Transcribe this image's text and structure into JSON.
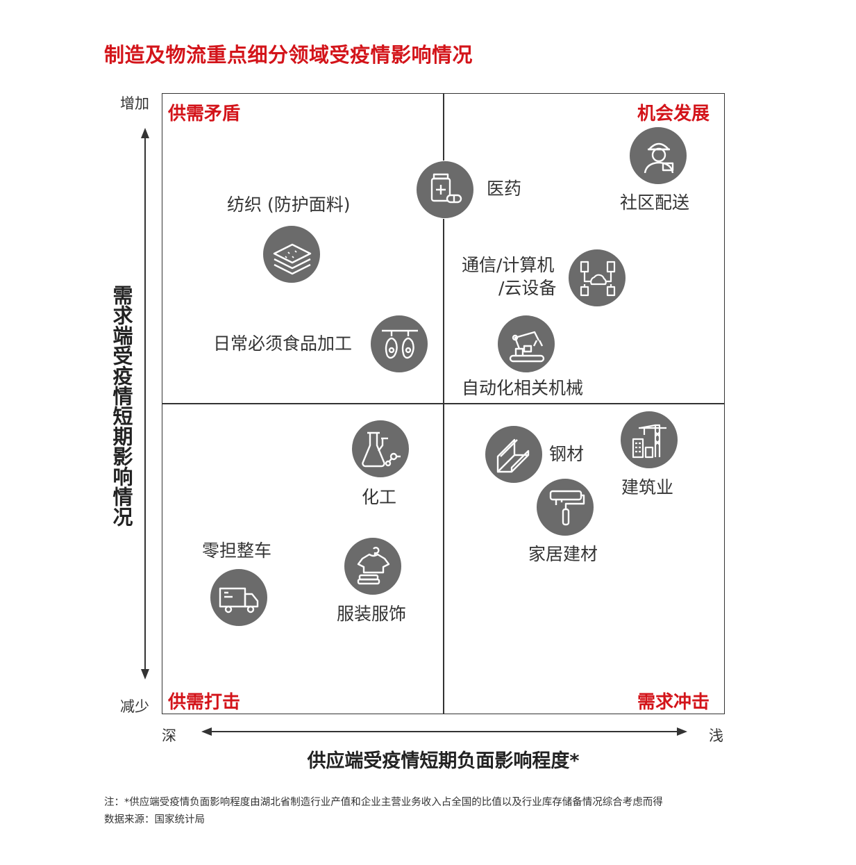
{
  "title": "制造及物流重点细分领域受疫情影响情况",
  "quadrants": {
    "top_left": "供需矛盾",
    "top_right": "机会发展",
    "bottom_left": "供需打击",
    "bottom_right": "需求冲击"
  },
  "y_axis": {
    "label": "需求端受疫情短期影响情况",
    "top": "增加",
    "bottom": "减少"
  },
  "x_axis": {
    "label": "供应端受疫情短期负面影响程度*",
    "left": "深",
    "right": "浅"
  },
  "items": {
    "medicine": {
      "label": "医药",
      "icon": "medicine-icon"
    },
    "community_delivery": {
      "label": "社区配送",
      "icon": "courier-icon"
    },
    "textile": {
      "label": "纺织 (防护面料)",
      "icon": "fabric-layers-icon"
    },
    "telecom_line1": "通信/计算机",
    "telecom_line2": "/云设备",
    "telecom_icon": "cloud-network-icon",
    "food": {
      "label": "日常必须食品加工",
      "icon": "meat-hooks-icon"
    },
    "automation": {
      "label": "自动化相关机械",
      "icon": "robot-arm-icon"
    },
    "chemical": {
      "label": "化工",
      "icon": "flask-icon"
    },
    "steel": {
      "label": "钢材",
      "icon": "steel-beam-icon"
    },
    "construction": {
      "label": "建筑业",
      "icon": "crane-icon"
    },
    "home_building": {
      "label": "家居建材",
      "icon": "paint-roller-icon"
    },
    "ltl_freight": {
      "label": "零担整车",
      "icon": "truck-icon"
    },
    "apparel": {
      "label": "服装服饰",
      "icon": "clothing-icon"
    }
  },
  "colors": {
    "accent": "#d3141a",
    "icon_bg": "#6b6b6b",
    "text": "#333333"
  },
  "footnote": "注：*供应端受疫情负面影响程度由湖北省制造行业产值和企业主营业务收入占全国的比值以及行业库存储备情况综合考虑而得",
  "source": "数据来源：国家统计局"
}
